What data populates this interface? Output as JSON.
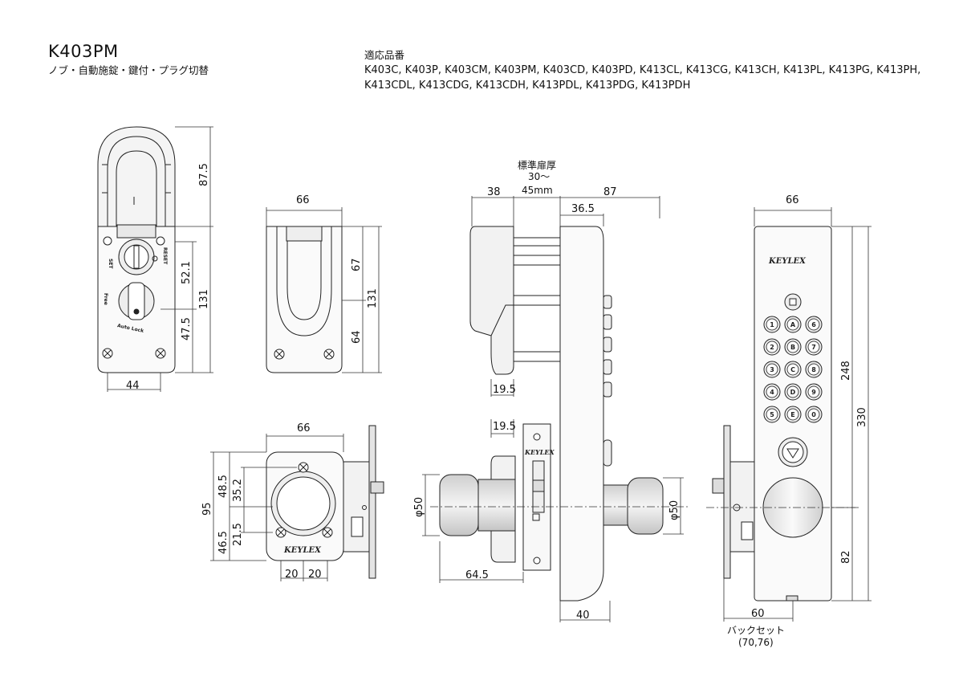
{
  "header": {
    "model": "K403PM",
    "subtitle": "ノブ・自動施錠・鍵付・プラグ切替"
  },
  "compatible": {
    "heading": "適応品番",
    "models": "K403C, K403P, K403CM, K403PM, K403CD, K403PD, K413CL, K413CG, K413CH, K413PL, K413PG, K413PH, K413CDL, K413CDG, K413CDH, K413PDL, K413PDG, K413PDH"
  },
  "unit_labels": {
    "set": "SET",
    "reset": "RESET",
    "free": "Free",
    "auto_lock": "Auto Lock",
    "brand": "KEYLEX"
  },
  "keypad": {
    "keys": [
      "1",
      "A",
      "6",
      "2",
      "B",
      "7",
      "3",
      "C",
      "8",
      "4",
      "D",
      "9",
      "5",
      "E",
      "0"
    ]
  },
  "dimensions": {
    "top_view": {
      "height_upper": "87.5",
      "height_total": "131",
      "inner_upper": "52.1",
      "inner_lower": "47.5",
      "width": "44"
    },
    "back_view": {
      "width": "66",
      "upper": "67",
      "lower": "64",
      "total": "131"
    },
    "side_view": {
      "door_label_1": "標準扉厚",
      "door_label_2": "30〜",
      "door_label_3": "45mm",
      "left": "38",
      "right": "87",
      "inner": "36.5",
      "small_top": "19.5",
      "small_mid": "19.5",
      "knob_length": "64.5",
      "body_depth": "40",
      "knob_dia_left": "φ50",
      "knob_dia_right": "φ50"
    },
    "inside_view": {
      "width": "66",
      "total": "95",
      "upper": "48.5",
      "upper_inner": "35.2",
      "lower_inner": "21.5",
      "lower": "46.5",
      "screw_left": "20",
      "screw_right": "20"
    },
    "front_view": {
      "width": "66",
      "upper": "248",
      "total": "330",
      "lower": "82",
      "backset": "60",
      "backset_label": "バックセット",
      "backset_options": "(70,76)"
    }
  }
}
